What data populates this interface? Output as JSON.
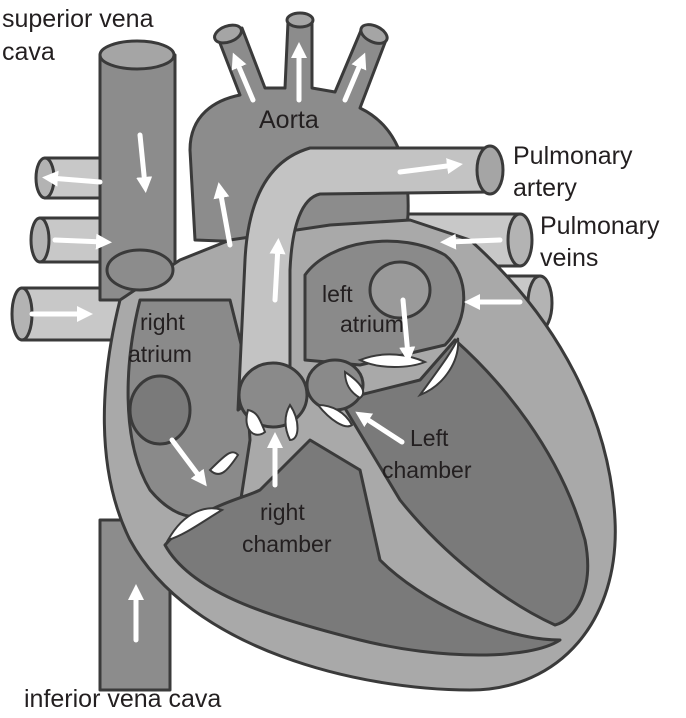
{
  "colors": {
    "vessel_dark": "#8c8c8c",
    "vessel_light": "#c8c8c8",
    "chamber_dark": "#7a7a7a",
    "wall": "#a9a9a9",
    "outline": "#3a3a3a",
    "arrow": "#ffffff",
    "text": "#231f20"
  },
  "labels": {
    "superior_vena_cava_line1": "superior vena",
    "superior_vena_cava_line2": "cava",
    "aorta": "Aorta",
    "pulmonary_artery_line1": "Pulmonary",
    "pulmonary_artery_line2": "artery",
    "pulmonary_veins_line1": "Pulmonary",
    "pulmonary_veins_line2": "veins",
    "left_atrium_line1": "left",
    "left_atrium_line2": "atrium",
    "right_atrium_line1": "right",
    "right_atrium_line2": "atrium",
    "left_chamber_line1": "Left",
    "left_chamber_line2": "chamber",
    "right_chamber_line1": "right",
    "right_chamber_line2": "chamber",
    "inferior_vena_cava": "inferior vena cava"
  }
}
